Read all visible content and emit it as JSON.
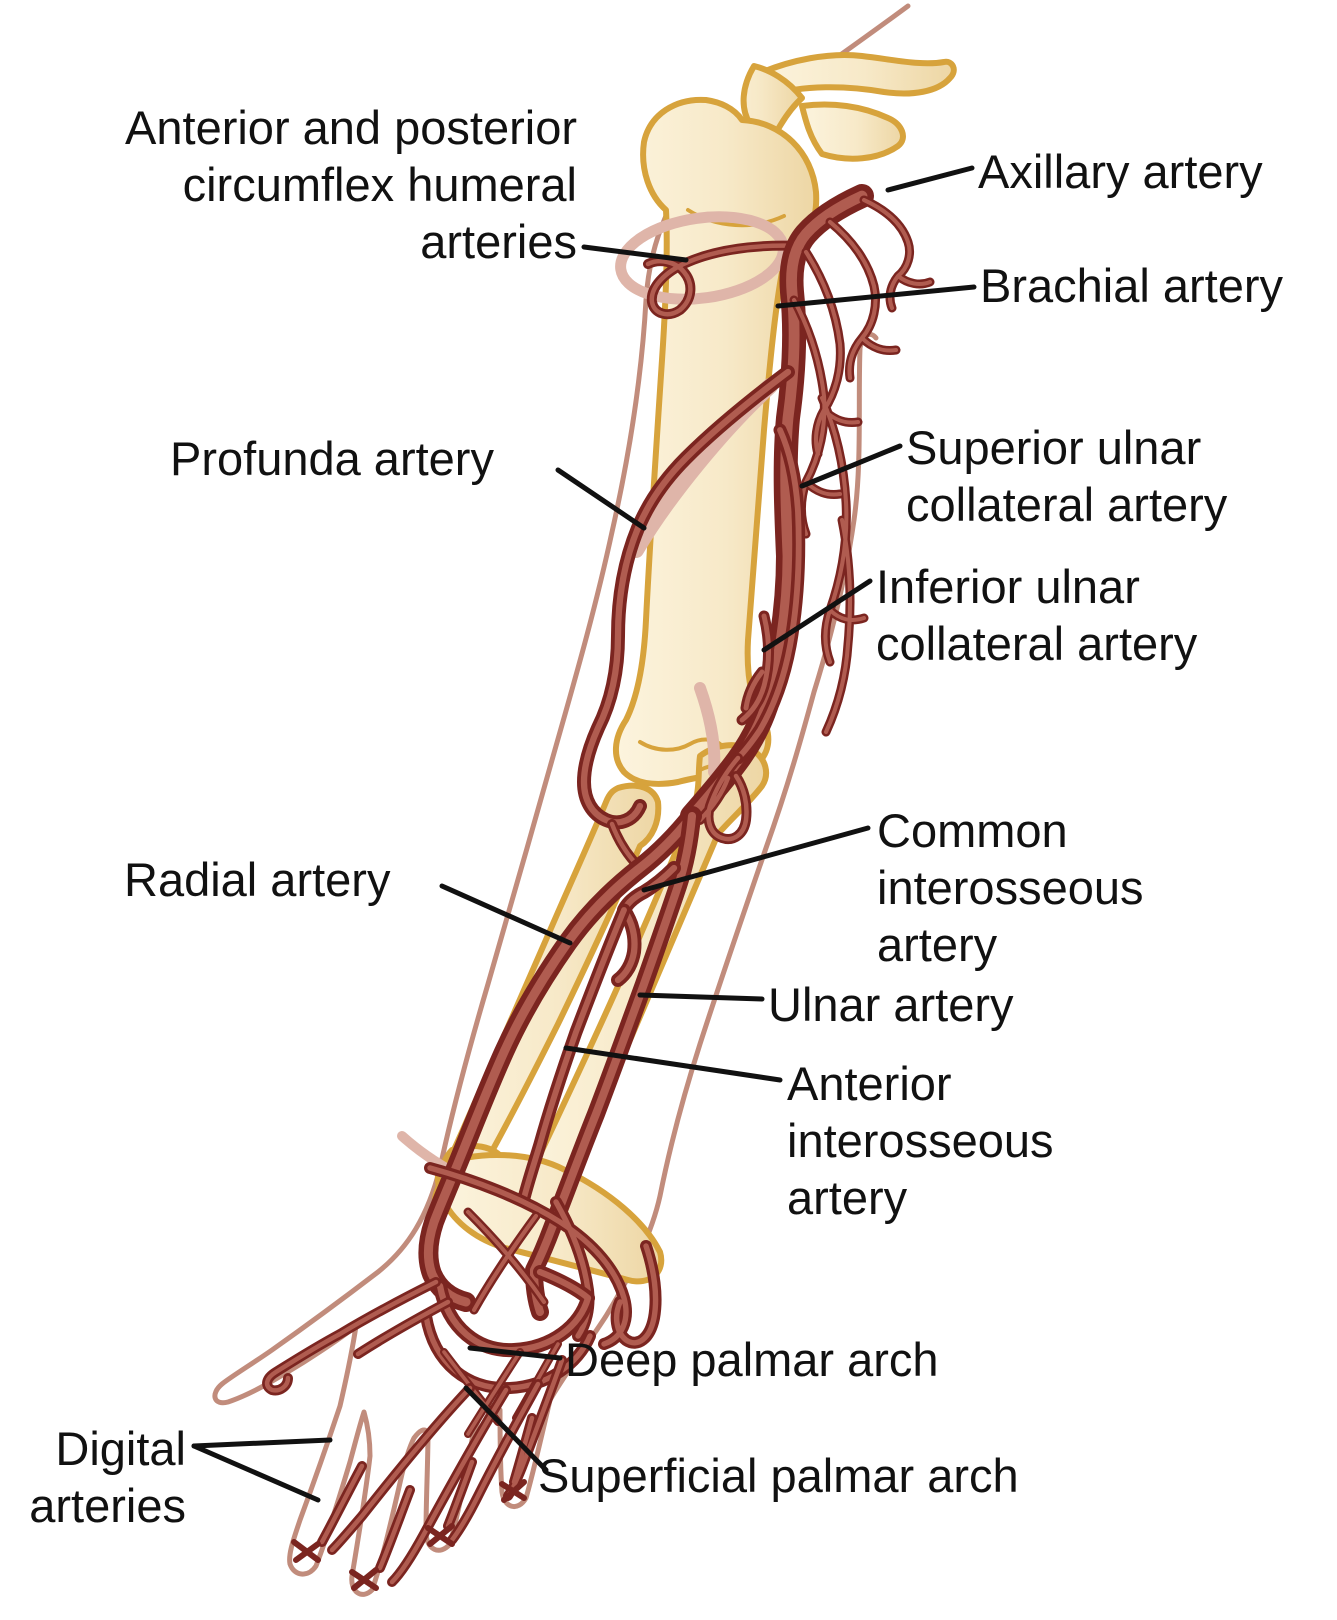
{
  "labels": {
    "circumflex": {
      "l1": "Anterior and posterior",
      "l2": "circumflex humeral",
      "l3": "arteries"
    },
    "axillary": {
      "l1": "Axillary artery"
    },
    "brachial": {
      "l1": "Brachial artery"
    },
    "profunda": {
      "l1": "Profunda artery"
    },
    "superior_ulnar": {
      "l1": "Superior ulnar",
      "l2": "collateral artery"
    },
    "inferior_ulnar": {
      "l1": "Inferior ulnar",
      "l2": "collateral artery"
    },
    "common_interosseous": {
      "l1": "Common",
      "l2": "interosseous",
      "l3": "artery"
    },
    "radial": {
      "l1": "Radial artery"
    },
    "ulnar": {
      "l1": "Ulnar artery"
    },
    "anterior_interosseous": {
      "l1": "Anterior",
      "l2": "interosseous",
      "l3": "artery"
    },
    "deep_palmar": {
      "l1": "Deep palmar arch"
    },
    "superficial_palmar": {
      "l1": "Superficial palmar arch"
    },
    "digital": {
      "l1": "Digital",
      "l2": "arteries"
    }
  },
  "colors": {
    "bg": "#FFFFFF",
    "text": "#111111",
    "leader": "#111111",
    "skin": "#C18C7C",
    "bone": "#D7A33C",
    "bone_fill": "#F7E9C8",
    "bone_fill_light": "#FCF4DE",
    "pale": "#DFB5A9",
    "artery_dark": "#7B2520",
    "artery_fill": "#B05C50"
  }
}
